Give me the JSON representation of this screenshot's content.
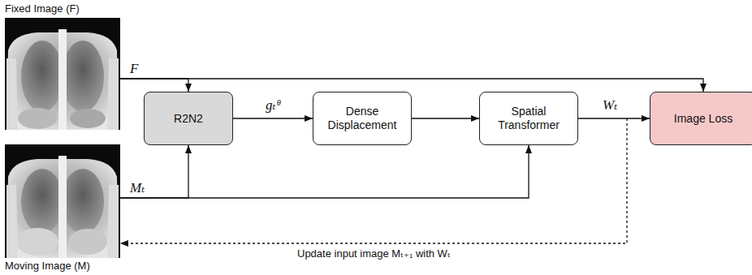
{
  "diagram": {
    "nodes": [
      {
        "text": [
          "Fixed Image (F)"
        ]
      },
      {
        "text": [
          "Moving Image (M)"
        ]
      },
      {
        "text": [
          "R2N2"
        ]
      },
      {
        "text": [
          "Dense Displacement"
        ]
      },
      {
        "text": [
          "Spatial Transformer"
        ]
      },
      {
        "text": [
          "Image Loss"
        ]
      }
    ],
    "edges": [
      {
        "from": 0,
        "to": 2,
        "arrow": "to"
      },
      {
        "from": 0,
        "to": 5,
        "label": "F",
        "arrow": "to"
      },
      {
        "from": 1,
        "to": 2,
        "label": "Mₜ",
        "arrow": "to"
      },
      {
        "from": 1,
        "to": 4,
        "arrow": "to"
      },
      {
        "from": 2,
        "to": 3,
        "label": "gₜᶿ",
        "arrow": "to"
      },
      {
        "from": 3,
        "to": 4,
        "arrow": "to"
      },
      {
        "from": 4,
        "to": 5,
        "label": "Wₜ",
        "arrow": "to"
      },
      {
        "from": 4,
        "to": 1,
        "label": "Update input image Mₜ₊₁ with Wₜ",
        "arrow": "to"
      }
    ]
  }
}
